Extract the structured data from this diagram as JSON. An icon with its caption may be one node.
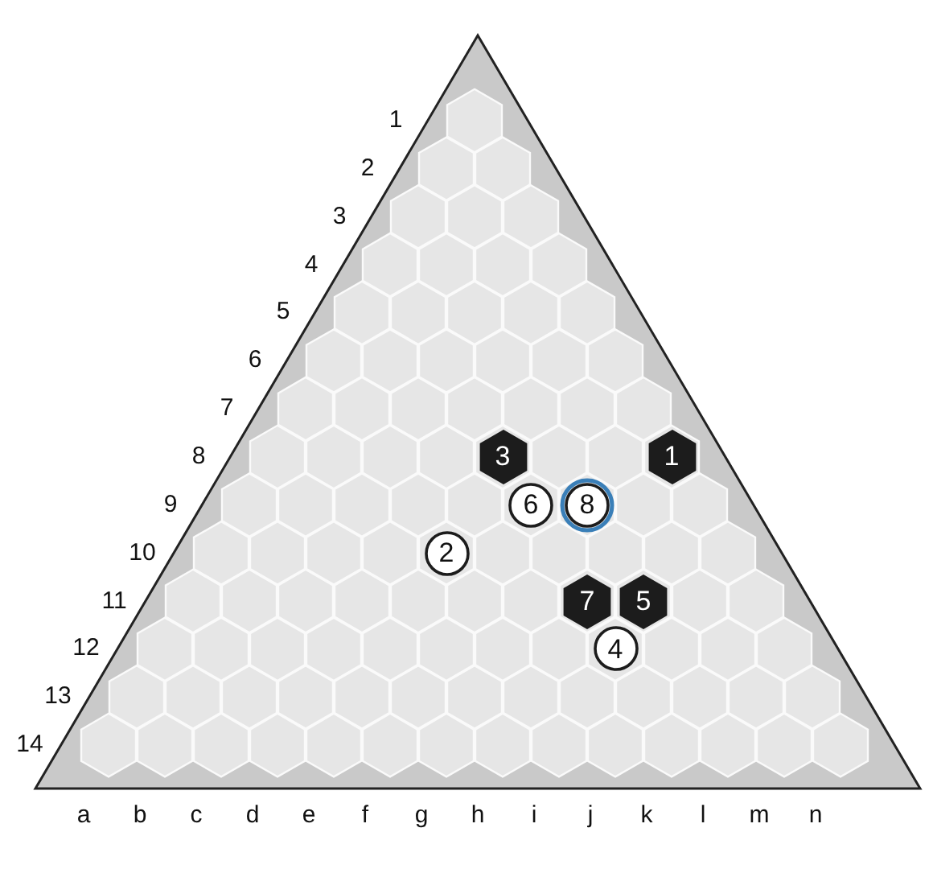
{
  "diagram": {
    "nodes": [
      {
        "text": [
          "3"
        ]
      },
      {
        "text": [
          "1"
        ]
      },
      {
        "text": [
          "6"
        ]
      },
      {
        "text": [
          "8"
        ]
      },
      {
        "text": [
          "2"
        ]
      },
      {
        "text": [
          "7"
        ]
      },
      {
        "text": [
          "5"
        ]
      },
      {
        "text": [
          "4"
        ]
      }
    ],
    "labels": [
      "1",
      "2",
      "3",
      "4",
      "5",
      "6",
      "7",
      "8",
      "9",
      "10",
      "11",
      "12",
      "13",
      "14",
      "a",
      "b",
      "c",
      "d",
      "e",
      "f",
      "g",
      "h",
      "i",
      "j",
      "k",
      "l",
      "m",
      "n"
    ]
  }
}
